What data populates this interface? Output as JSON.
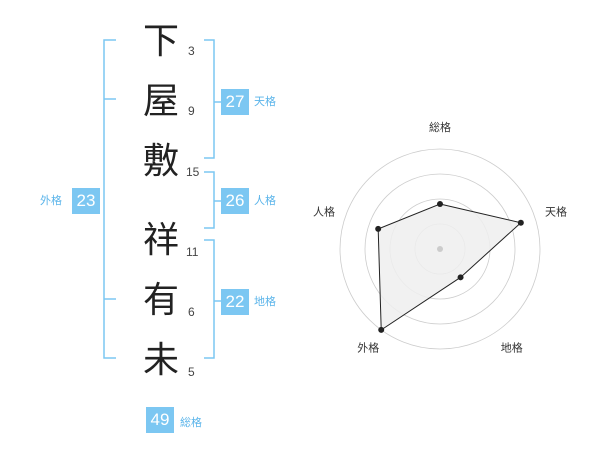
{
  "name": {
    "characters": [
      {
        "char": "下",
        "strokes": "3"
      },
      {
        "char": "屋",
        "strokes": "9"
      },
      {
        "char": "敷",
        "strokes": "15"
      },
      {
        "char": "祥",
        "strokes": "11"
      },
      {
        "char": "有",
        "strokes": "6"
      },
      {
        "char": "未",
        "strokes": "5"
      }
    ]
  },
  "kaku": {
    "tenkaku": {
      "value": "27",
      "label": "天格"
    },
    "jinkaku": {
      "value": "26",
      "label": "人格"
    },
    "chikaku": {
      "value": "22",
      "label": "地格"
    },
    "gaikaku": {
      "value": "23",
      "label": "外格"
    },
    "soukaku": {
      "value": "49",
      "label": "総格"
    }
  },
  "chart_data": {
    "type": "radar",
    "axes": [
      "総格",
      "天格",
      "地格",
      "外格",
      "人格"
    ],
    "values": [
      0.45,
      0.85,
      0.35,
      1.0,
      0.65
    ],
    "rings": 4,
    "colors": {
      "ring": "#cccccc",
      "fill": "#eeeeee",
      "line": "#222222",
      "center": "#cccccc"
    }
  },
  "colors": {
    "bracket": "#7cc7f2",
    "badge": "#7cc7f2",
    "badge_label": "#5ab4ea"
  }
}
